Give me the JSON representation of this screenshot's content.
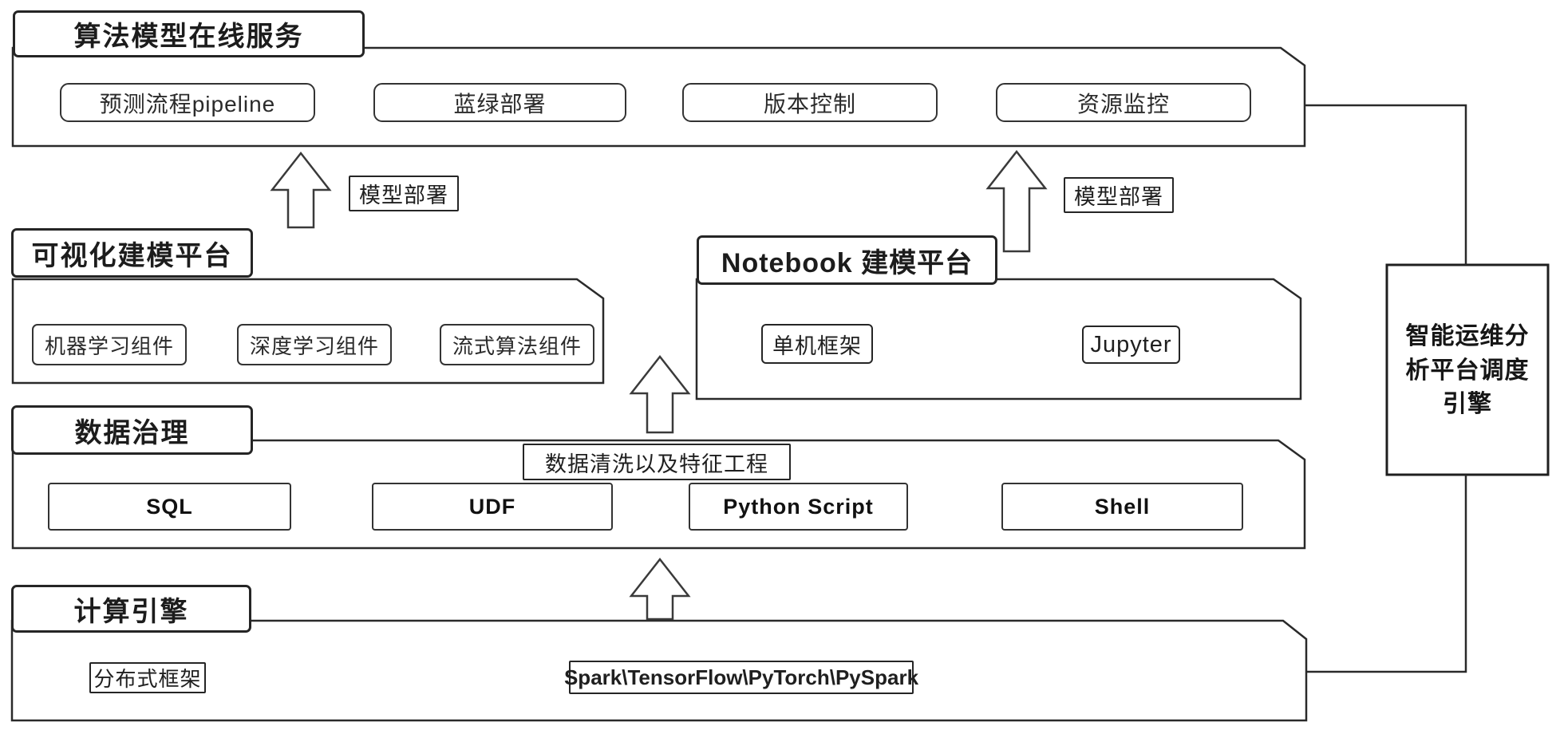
{
  "canvas": {
    "bg": "#ffffff",
    "line_color": "#2a2a2a"
  },
  "layers": {
    "online_service": {
      "title": "算法模型在线服务",
      "items": [
        "预测流程pipeline",
        "蓝绿部署",
        "版本控制",
        "资源监控"
      ]
    },
    "visual_modeling": {
      "title": "可视化建模平台",
      "items": [
        "机器学习组件",
        "深度学习组件",
        "流式算法组件"
      ]
    },
    "notebook": {
      "title": "Notebook 建模平台",
      "items": [
        "单机框架",
        "Jupyter"
      ]
    },
    "data_governance": {
      "title": "数据治理",
      "process_label": "数据清洗以及特征工程",
      "items": [
        "SQL",
        "UDF",
        "Python Script",
        "Shell"
      ]
    },
    "compute_engine": {
      "title": "计算引擎",
      "framework_label": "分布式框架",
      "stack_label": "Spark\\TensorFlow\\PyTorch\\PySpark"
    },
    "scheduler": {
      "title": "智能运维分析平台调度引擎"
    }
  },
  "arrows": {
    "deploy_left_label": "模型部署",
    "deploy_right_label": "模型部署"
  }
}
